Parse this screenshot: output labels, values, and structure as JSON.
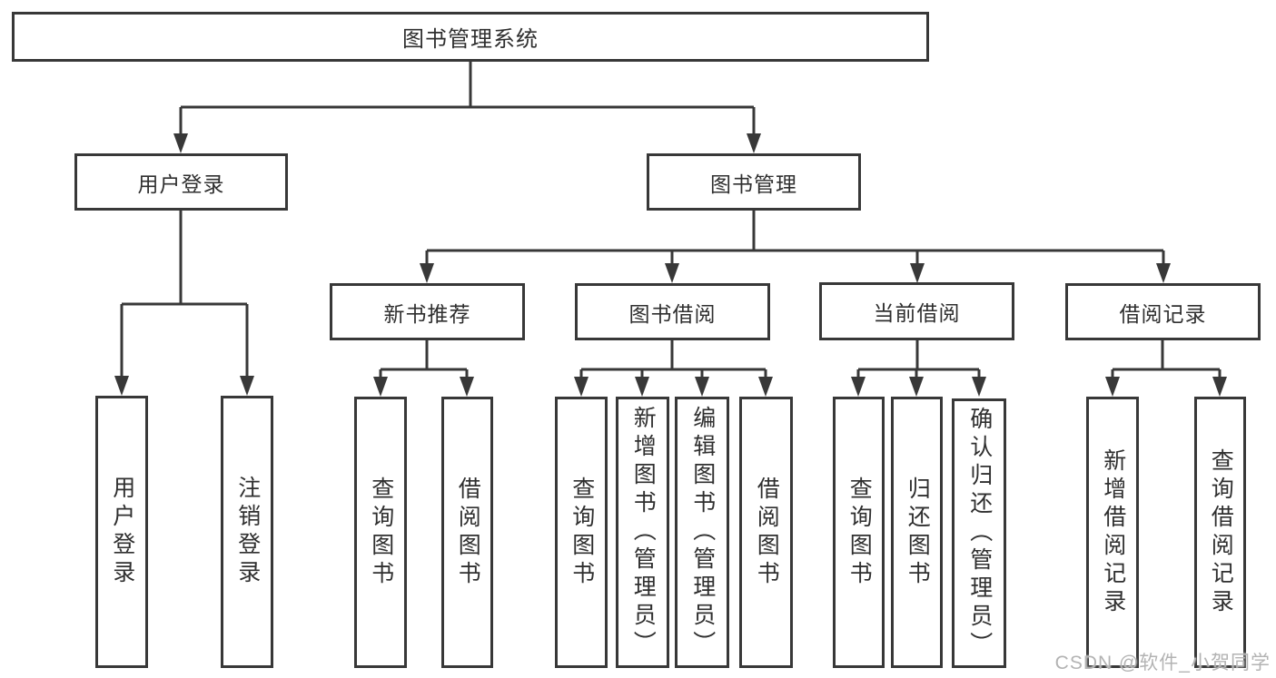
{
  "tree": {
    "root": {
      "label": "图书管理系统"
    },
    "branches": [
      {
        "label": "用户登录",
        "children": [
          {
            "label": "用户登录"
          },
          {
            "label": "注销登录"
          }
        ]
      },
      {
        "label": "图书管理",
        "children": [
          {
            "label": "新书推荐",
            "children": [
              {
                "label": "查询图书"
              },
              {
                "label": "借阅图书"
              }
            ]
          },
          {
            "label": "图书借阅",
            "children": [
              {
                "label": "查询图书"
              },
              {
                "label": "新增图书（管理员）"
              },
              {
                "label": "编辑图书（管理员）"
              },
              {
                "label": "借阅图书"
              }
            ]
          },
          {
            "label": "当前借阅",
            "children": [
              {
                "label": "查询图书"
              },
              {
                "label": "归还图书"
              },
              {
                "label": "确认归还（管理员）"
              }
            ]
          },
          {
            "label": "借阅记录",
            "children": [
              {
                "label": "新增借阅记录"
              },
              {
                "label": "查询借阅记录"
              }
            ]
          }
        ]
      }
    ]
  },
  "watermark": {
    "text": "CSDN @软件_小贺同学"
  },
  "colors": {
    "line": "#383838",
    "text": "#2f2f2f",
    "watermark": "#b3b3b3",
    "background": "#ffffff"
  }
}
